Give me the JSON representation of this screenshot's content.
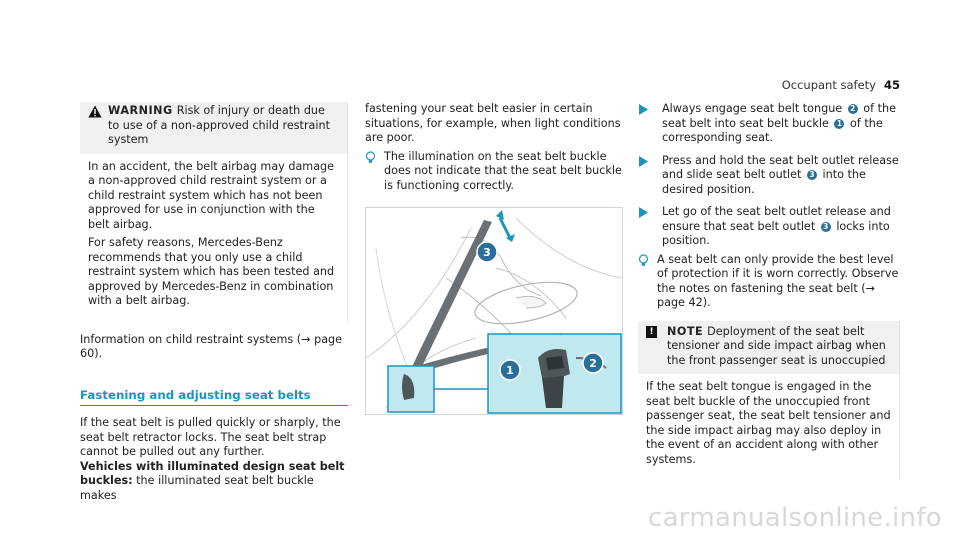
{
  "header": {
    "section": "Occupant safety",
    "page": "45"
  },
  "warning": {
    "keyword": "WARNING",
    "title": "Risk of injury or death due to use of a non-approved child restraint system",
    "body1": "In an accident, the belt airbag may damage a non-approved child restraint system or a child restraint system which has not been approved for use in conjunction with the belt airbag.",
    "body2": "For safety reasons, Mercedes-Benz recommends that you only use a child restraint system which has been tested and approved by Mercedes-Benz in combination with a belt airbag."
  },
  "info_child": "Information on child restraint systems (→ page 60).",
  "section_heading": "Fastening and adjusting seat belts",
  "para1": "If the seat belt is pulled quickly or sharply, the seat belt retractor locks. The seat belt strap cannot be pulled out any further.",
  "vehicles_bold": "Vehicles with illuminated design seat belt buckles:",
  "vehicles_text": " the illuminated seat belt buckle makes",
  "col2_cont": "fastening your seat belt easier in certain situations, for example, when light conditions are poor.",
  "info_illum": "The illumination on the seat belt buckle does not indicate that the seat belt buckle is functioning correctly.",
  "figure": {
    "callouts": [
      "1",
      "2",
      "3"
    ]
  },
  "steps": [
    {
      "a": "Always engage seat belt tongue ",
      "n1": "2",
      "b": " of the seat belt into seat belt buckle ",
      "n2": "1",
      "c": " of the corresponding seat."
    },
    {
      "a": "Press and hold the seat belt outlet release and slide seat belt outlet ",
      "n1": "3",
      "b": " into the desired position."
    },
    {
      "a": "Let go of the seat belt outlet release and ensure that seat belt outlet ",
      "n1": "3",
      "b": " locks into position."
    }
  ],
  "info_protect": "A seat belt can only provide the best level of protection if it is worn correctly. Observe the notes on fastening the seat belt (→ page 42).",
  "note": {
    "keyword": "NOTE",
    "title": "Deployment of the seat belt tensioner and side impact airbag when the front passenger seat is unoccupied",
    "body": "If the seat belt tongue is engaged in the seat belt buckle of the unoccupied front passenger seat, the seat belt tensioner and the side impact airbag may also deploy in the event of an accident along with other systems."
  },
  "watermark": "carmanualsonline.info",
  "colors": {
    "accent": "#1b95bf",
    "callout": "#2a6f9a",
    "highlight": "#bfe9ef"
  }
}
